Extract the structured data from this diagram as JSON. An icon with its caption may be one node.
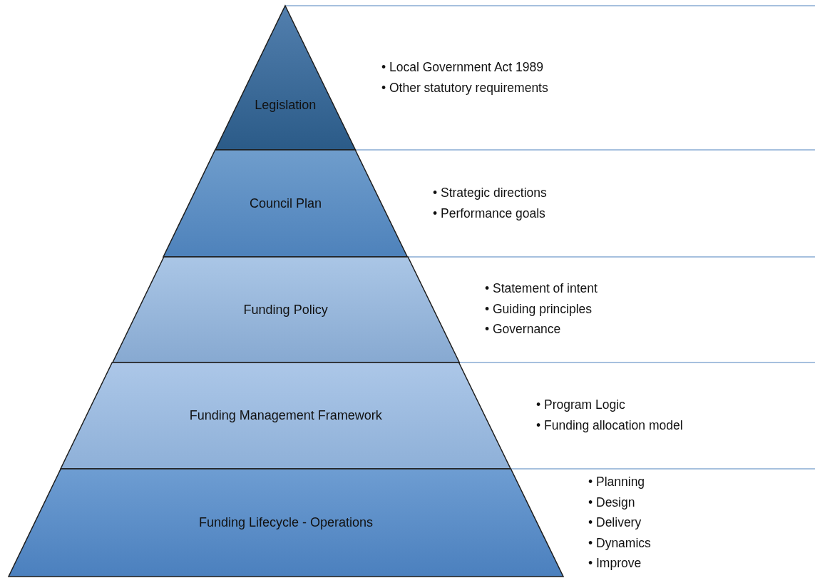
{
  "diagram": {
    "nodes": [
      {
        "text": [
          "Legislation"
        ],
        "beside": [
          "• Local Government Act 1989",
          "• Other statutory requirements"
        ]
      },
      {
        "text": [
          "Council Plan"
        ],
        "beside": [
          "• Strategic directions",
          "• Performance goals"
        ]
      },
      {
        "text": [
          "Funding Policy"
        ],
        "beside": [
          "• Statement of intent",
          "• Guiding principles",
          "• Governance"
        ]
      },
      {
        "text": [
          "Funding Management Framework"
        ],
        "beside": [
          "• Program Logic",
          "• Funding allocation model"
        ]
      },
      {
        "text": [
          "Funding Lifecycle - Operations"
        ],
        "beside": [
          "• Planning",
          "• Design",
          "• Delivery",
          "• Dynamics",
          "• Improve"
        ]
      }
    ]
  }
}
